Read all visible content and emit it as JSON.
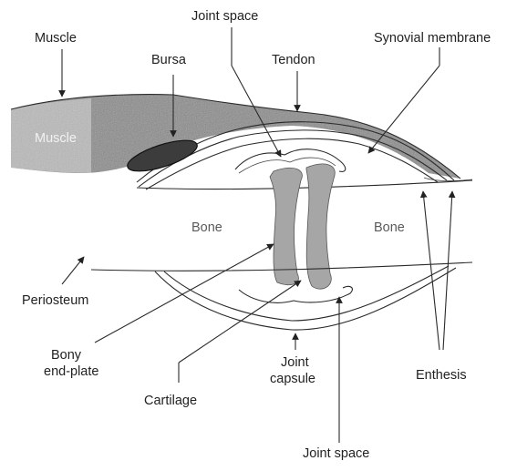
{
  "colors": {
    "ink": "#222222",
    "muscle_fill": "#6d6d6d",
    "bursa_fill": "#3c3c3c",
    "cartilage_fill": "#a6a6a6",
    "bone_text": "#5a5a5a"
  },
  "labels": {
    "muscle_top": "Muscle",
    "muscle_inner": "Muscle",
    "bursa": "Bursa",
    "joint_space_top": "Joint space",
    "tendon": "Tendon",
    "synovial_membrane": "Synovial membrane",
    "bone_left": "Bone",
    "bone_right": "Bone",
    "periosteum": "Periosteum",
    "bony_endplate_line1": "Bony",
    "bony_endplate_line2": "end-plate",
    "cartilage": "Cartilage",
    "joint_capsule_line1": "Joint",
    "joint_capsule_line2": "capsule",
    "enthesis": "Enthesis",
    "joint_space_bottom": "Joint space"
  }
}
